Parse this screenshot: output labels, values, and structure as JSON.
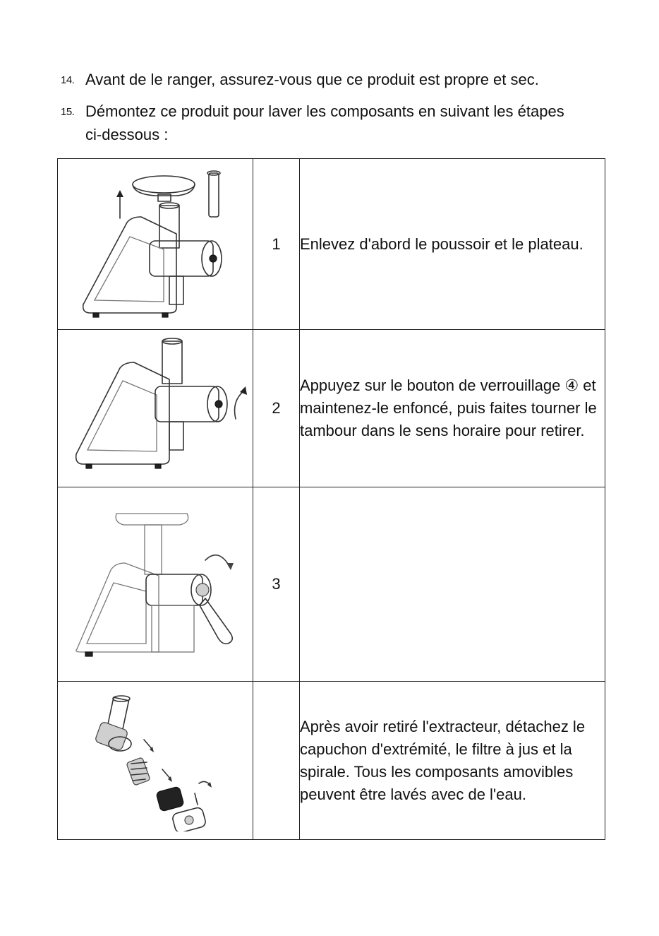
{
  "intro": [
    {
      "number": "14.",
      "text": "Avant de le ranger, assurez-vous que ce produit est propre et sec."
    },
    {
      "number": "15.",
      "text": "Démontez ce produit pour laver les composants en suivant les étapes ci-dessous :"
    }
  ],
  "steps": [
    {
      "number": "1",
      "text": "Enlevez d'abord le poussoir et le plateau.",
      "illustration": "juicer-remove-pusher-tray"
    },
    {
      "number": "2",
      "text": "Appuyez sur le bouton de verrouillage ④ et maintenez-le enfoncé, puis faites tourner le tambour dans le sens horaire pour retirer.",
      "illustration": "juicer-rotate-drum"
    },
    {
      "number": "3",
      "text": "",
      "illustration": "juicer-wrench-rotate"
    },
    {
      "number": "",
      "text": "Après avoir retiré l'extracteur, détachez le capuchon d'extrémité, le filtre à jus et la spirale. Tous les composants amovibles peuvent être lavés avec de l'eau.",
      "illustration": "juicer-exploded-parts"
    }
  ]
}
